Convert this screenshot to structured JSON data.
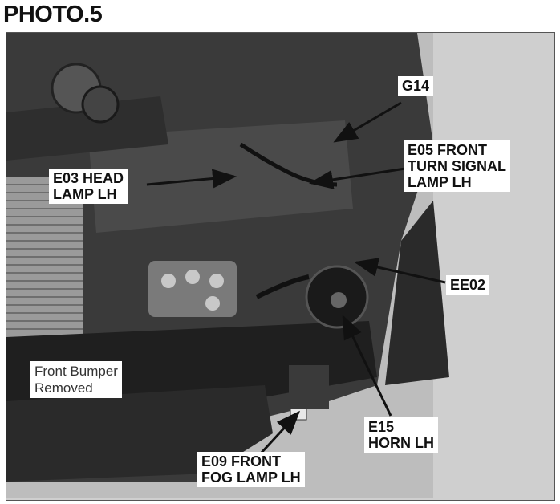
{
  "title": "PHOTO.5",
  "labels": {
    "g14": "G14",
    "e05": "E05 FRONT\nTURN SIGNAL\nLAMP LH",
    "e03": "E03 HEAD\nLAMP LH",
    "ee02": "EE02",
    "e15": "E15\nHORN LH",
    "e09": "E09 FRONT\nFOG LAMP LH"
  },
  "note": "Front Bumper\nRemoved"
}
